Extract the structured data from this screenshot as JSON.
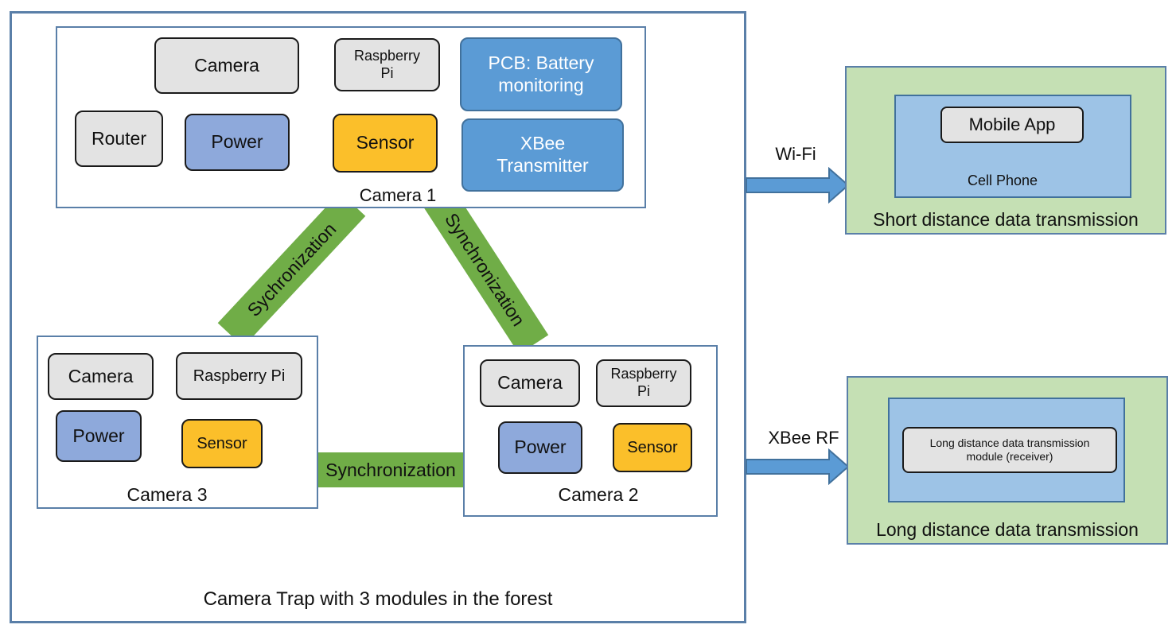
{
  "outer": {
    "label": "Camera Trap with 3 modules in the forest"
  },
  "camera1": {
    "label": "Camera 1",
    "camera": "Camera",
    "raspberry_pi": "Raspberry Pi",
    "pcb": "PCB: Battery monitoring",
    "router": "Router",
    "power": "Power",
    "sensor": "Sensor",
    "xbee": "XBee Transmitter"
  },
  "camera3": {
    "label": "Camera 3",
    "camera": "Camera",
    "raspberry_pi": "Raspberry Pi",
    "power": "Power",
    "sensor": "Sensor"
  },
  "camera2": {
    "label": "Camera 2",
    "camera": "Camera",
    "raspberry_pi": "Raspberry Pi",
    "power": "Power",
    "sensor": "Sensor"
  },
  "sync": {
    "left": "Sychronization",
    "right": "Synchronization",
    "bottom": "Synchronization"
  },
  "wifi": {
    "arrow_label": "Wi-Fi",
    "panel_label": "Short distance data transmission",
    "phone_label": "Cell Phone",
    "app": "Mobile App"
  },
  "xbee_rf": {
    "arrow_label": "XBee RF",
    "panel_label": "Long distance data transmission",
    "module": "Long distance data transmission module (receiver)"
  },
  "colors": {
    "frame": "#5a7fa8",
    "gray_box": "#e3e3e3",
    "power": "#8ea9db",
    "sensor": "#fbbf2a",
    "blue_box": "#5b9bd5",
    "sync_band": "#70ad47",
    "green_panel": "#c5e0b4",
    "phone_panel": "#9dc3e6"
  }
}
